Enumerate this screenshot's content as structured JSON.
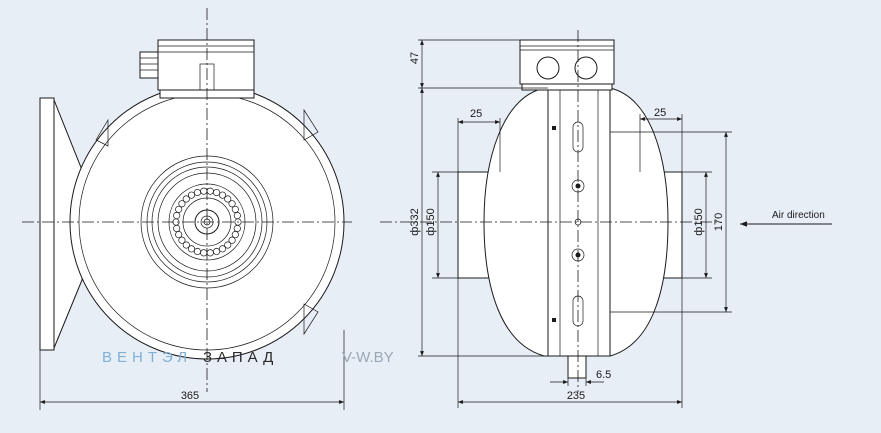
{
  "dimensions": {
    "width_365": "365",
    "height_47": "47",
    "dia_332": "ф332",
    "dia_150_left": "ф150",
    "dia_150_right": "ф150",
    "dim_170": "170",
    "dim_25_left": "25",
    "dim_25_right": "25",
    "dim_235": "235",
    "dim_6_5": "6.5"
  },
  "annotation": {
    "air_direction": "Air direction"
  },
  "watermark": {
    "part1": "ВЕНТЭЛ",
    "part2": "ЗАПАД",
    "url": "V-W.BY"
  }
}
